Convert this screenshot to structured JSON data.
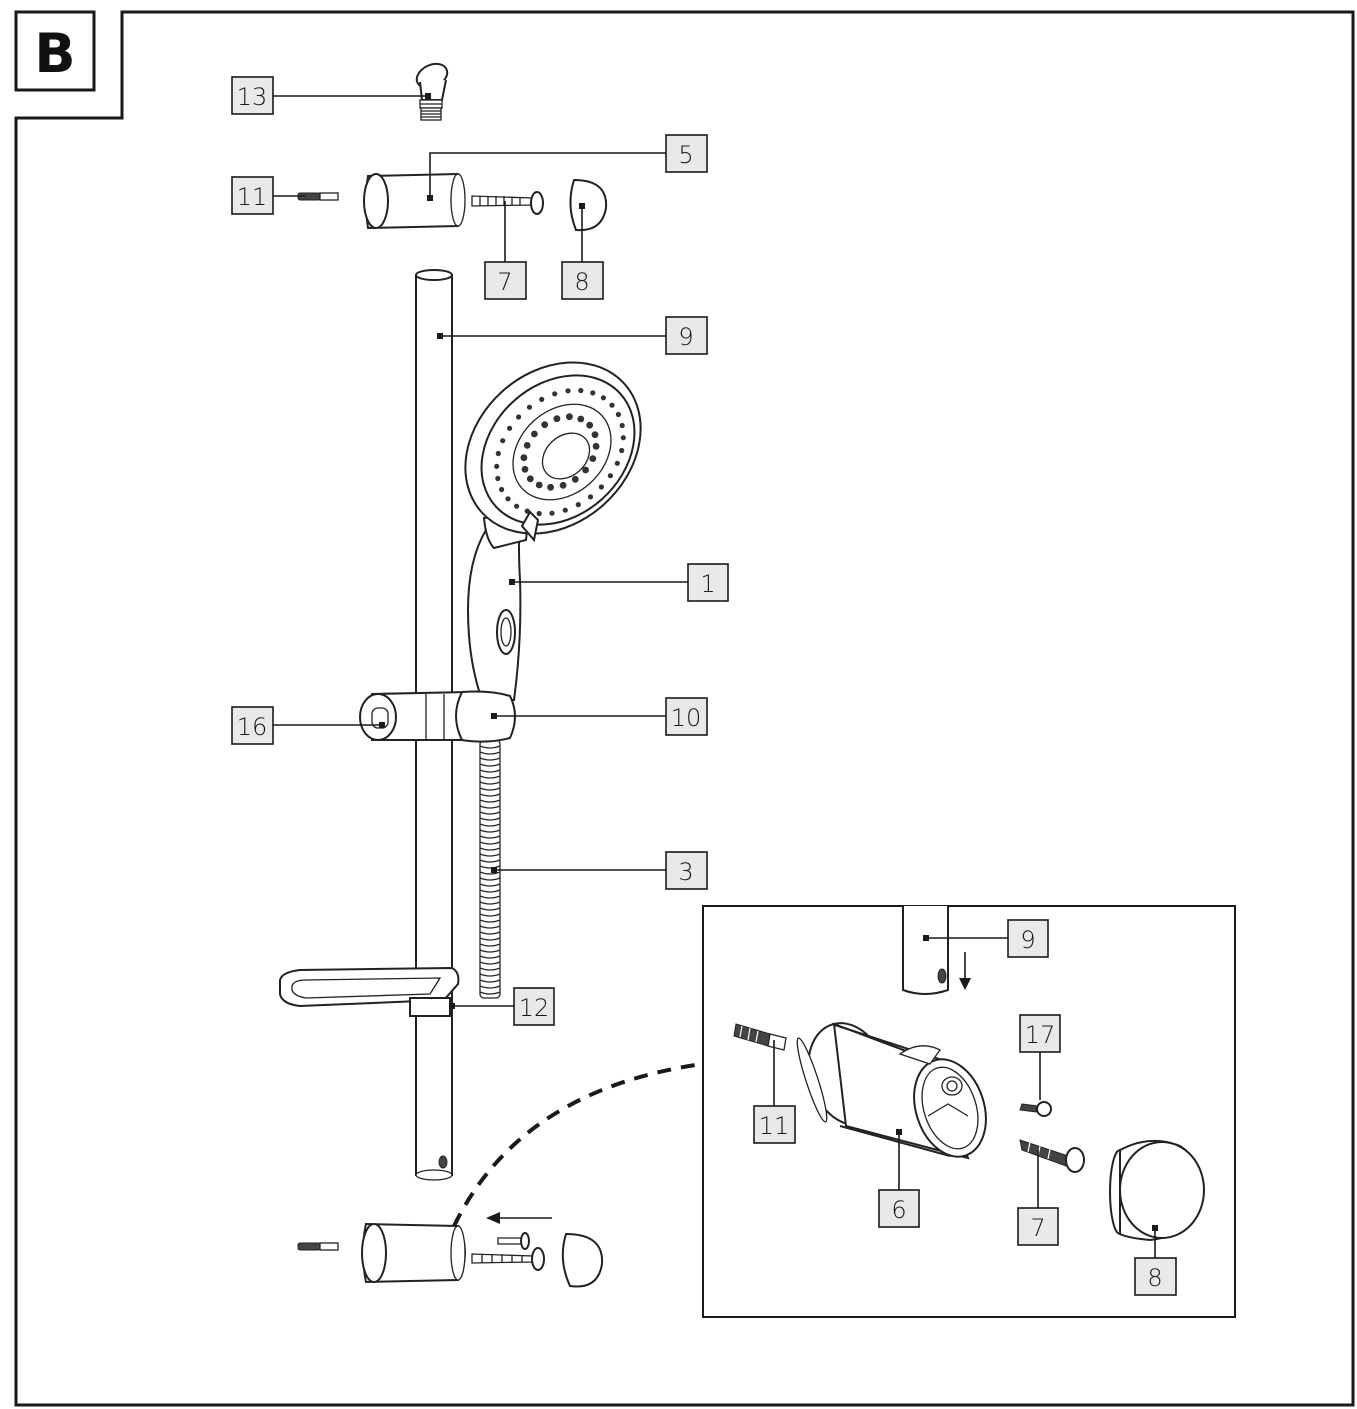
{
  "section": {
    "letter": "B"
  },
  "main_labels": {
    "l13": "13",
    "l5": "5",
    "l11": "11",
    "l7": "7",
    "l8": "8",
    "l9": "9",
    "l1": "1",
    "l16": "16",
    "l10": "10",
    "l3": "3",
    "l12": "12"
  },
  "detail_labels": {
    "l9": "9",
    "l17": "17",
    "l11": "11",
    "l6": "6",
    "l7": "7",
    "l8": "8"
  }
}
